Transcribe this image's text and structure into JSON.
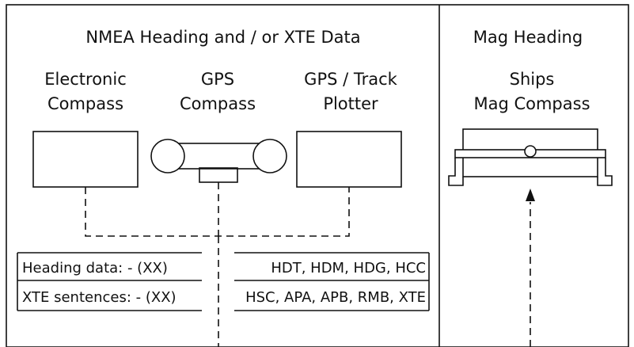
{
  "nmea_panel": {
    "title": "NMEA Heading and / or XTE Data",
    "devices": [
      {
        "line1": "Electronic",
        "line2": "Compass"
      },
      {
        "line1": "GPS",
        "line2": "Compass"
      },
      {
        "line1": "GPS / Track",
        "line2": "Plotter"
      }
    ],
    "table": {
      "rows": [
        {
          "label": "Heading data: - (XX)",
          "value": "HDT, HDM, HDG, HCC"
        },
        {
          "label": "XTE sentences: - (XX)",
          "value": "HSC, APA, APB, RMB, XTE"
        }
      ]
    }
  },
  "mag_panel": {
    "title": "Mag Heading",
    "device": {
      "line1": "Ships",
      "line2": "Mag Compass"
    }
  }
}
